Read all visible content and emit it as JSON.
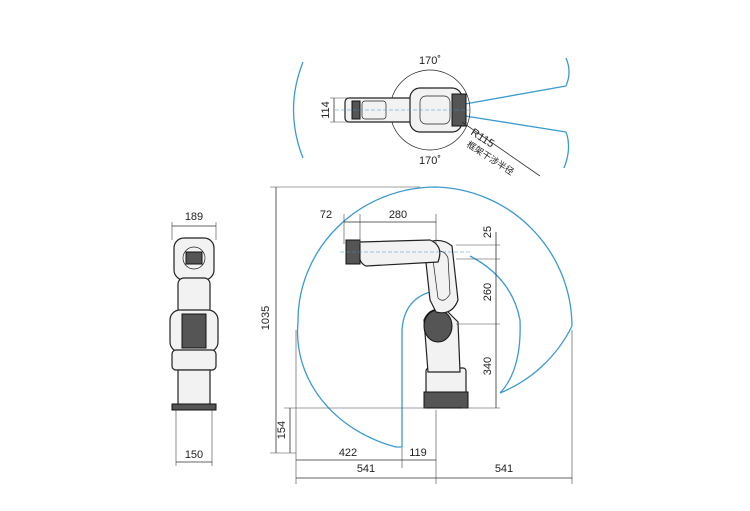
{
  "top_view": {
    "angle_top": "170˚",
    "angle_bottom": "170˚",
    "width_114": "114",
    "radius_r115": "R115",
    "radius_note": "框架干涉半径"
  },
  "side_view": {
    "width_189": "189",
    "width_150": "150",
    "height_1035": "1035"
  },
  "main_view": {
    "dim_72": "72",
    "dim_280": "280",
    "dim_25": "25",
    "dim_260": "260",
    "dim_340": "340",
    "dim_154": "154",
    "dim_422": "422",
    "dim_119": "119",
    "dim_541_left": "541",
    "dim_541_right": "541"
  },
  "colors": {
    "envelope": "#3c9ad0",
    "outline": "#222222"
  }
}
